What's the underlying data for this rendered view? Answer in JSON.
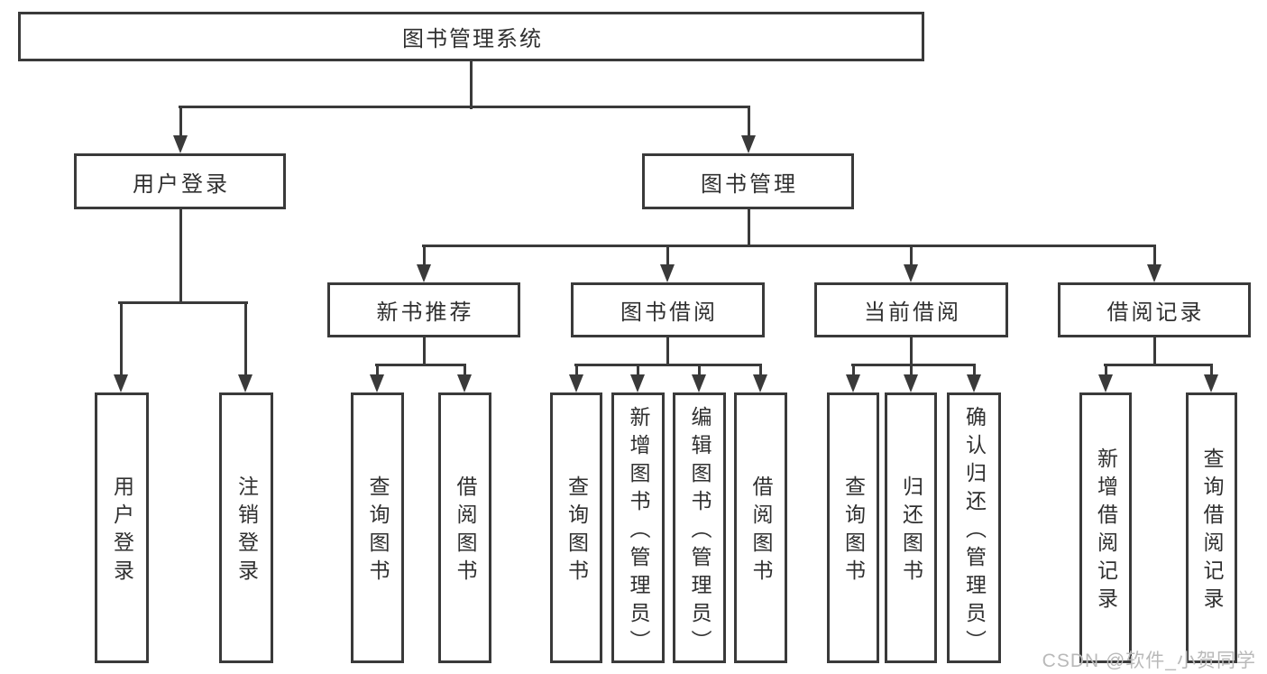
{
  "watermark": "CSDN @软件_小贺同学",
  "colors": {
    "line": "#3a3a3a",
    "text": "#303030",
    "watermark": "#b9b9b9",
    "background": "#ffffff"
  },
  "tree": {
    "label": "图书管理系统",
    "children": [
      {
        "label": "用户登录",
        "children": [
          {
            "label": "用户登录"
          },
          {
            "label": "注销登录"
          }
        ]
      },
      {
        "label": "图书管理",
        "children": [
          {
            "label": "新书推荐",
            "children": [
              {
                "label": "查询图书"
              },
              {
                "label": "借阅图书"
              }
            ]
          },
          {
            "label": "图书借阅",
            "children": [
              {
                "label": "查询图书"
              },
              {
                "label": "新增图书（管理员）"
              },
              {
                "label": "编辑图书（管理员）"
              },
              {
                "label": "借阅图书"
              }
            ]
          },
          {
            "label": "当前借阅",
            "children": [
              {
                "label": "查询图书"
              },
              {
                "label": "归还图书"
              },
              {
                "label": "确认归还（管理员）"
              }
            ]
          },
          {
            "label": "借阅记录",
            "children": [
              {
                "label": "新增借阅记录"
              },
              {
                "label": "查询借阅记录"
              }
            ]
          }
        ]
      }
    ]
  }
}
